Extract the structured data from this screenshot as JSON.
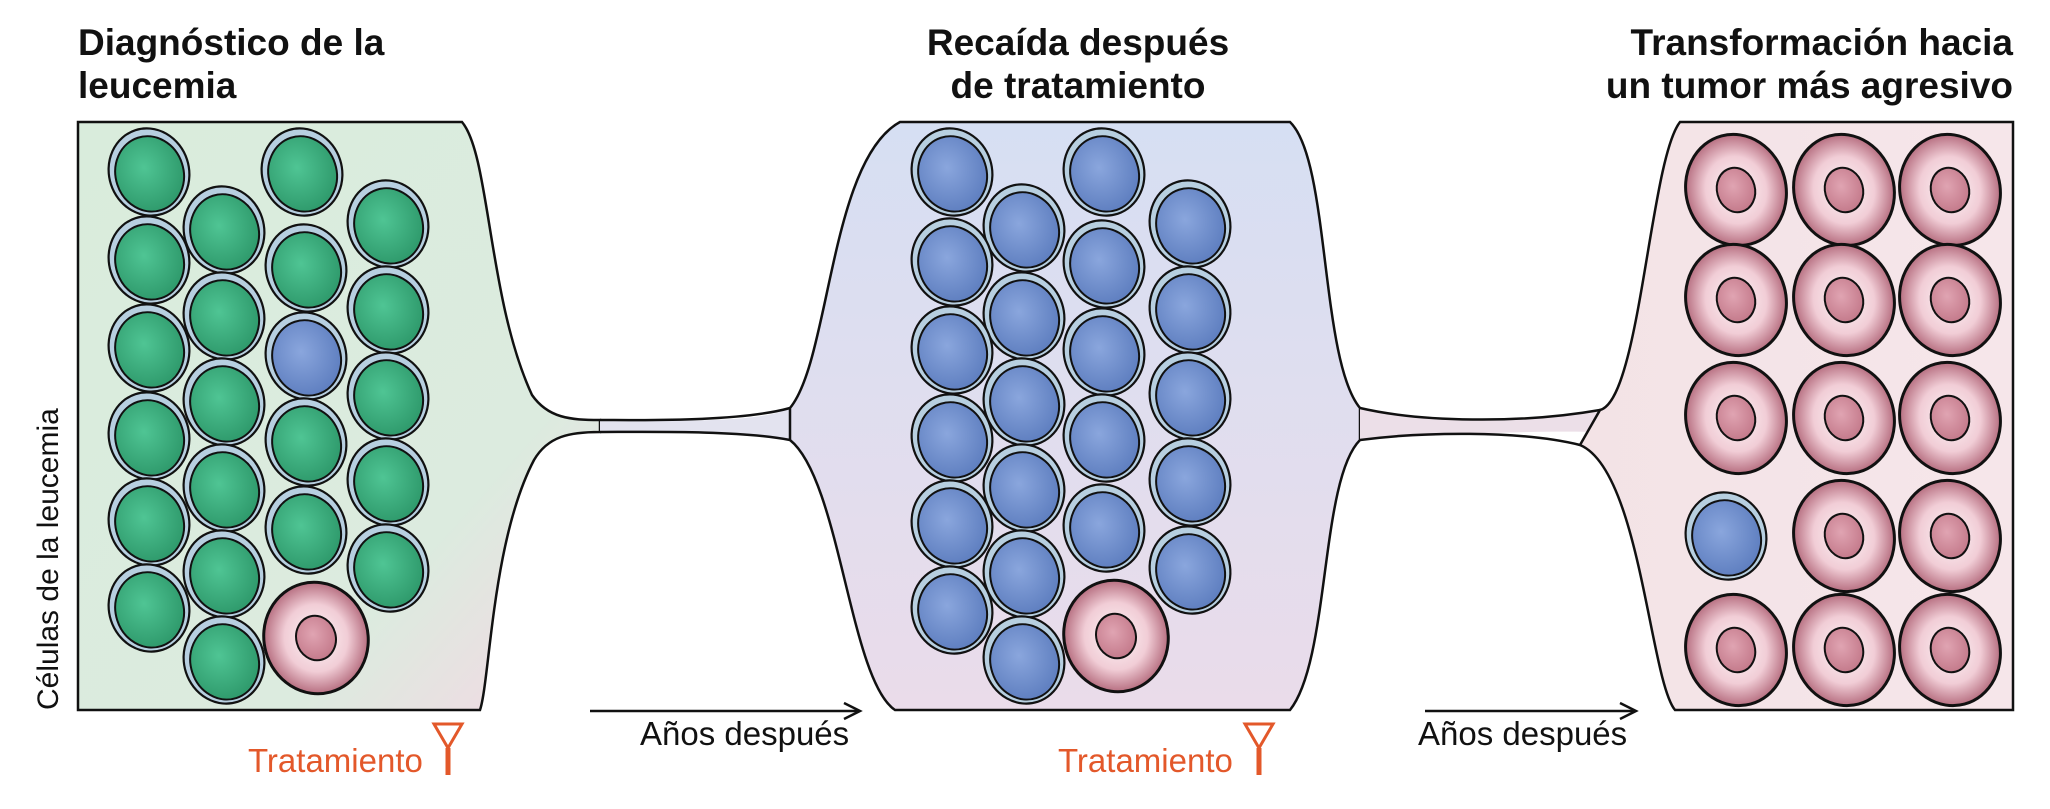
{
  "stages": [
    {
      "title_line1": "Diagnóstico de la",
      "title_line2": "leucemia"
    },
    {
      "title_line1": "Recaída después",
      "title_line2": "de tratamiento"
    },
    {
      "title_line1": "Transformación hacia",
      "title_line2": "un tumor más agresivo"
    }
  ],
  "y_axis_label": "Células de la leucemia",
  "arrows": [
    {
      "label": "Años después"
    },
    {
      "label": "Años después"
    }
  ],
  "treatments": [
    {
      "label": "Tratamiento"
    },
    {
      "label": "Tratamiento"
    }
  ],
  "colors": {
    "green_cell": "#3fae7f",
    "blue_cell": "#6f8fcc",
    "pink_cell": "#c97a8c",
    "treatment": "#e3582a",
    "outline": "#111111"
  }
}
